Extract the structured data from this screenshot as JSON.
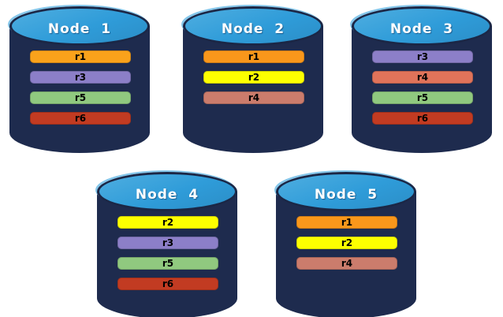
{
  "diagram": {
    "background_color": "#FFFFFF",
    "cylinder_body_color": "#1E2B4E",
    "cylinder_top_color": "#2F9CD9",
    "cylinder_outline_color": "#1B2746",
    "cylinder_highlight_color": "#84C6EA",
    "node_label_color": "#FFFFFF",
    "bar_text_color": "#000000"
  },
  "nodes": [
    {
      "label": "Node  1",
      "bars": [
        {
          "label": "r1",
          "color": "#FAA21B"
        },
        {
          "label": "r3",
          "color": "#8C7FC8"
        },
        {
          "label": "r5",
          "color": "#90C97F"
        },
        {
          "label": "r6",
          "color": "#C23B22"
        }
      ]
    },
    {
      "label": "Node  2",
      "bars": [
        {
          "label": "r1",
          "color": "#F9971B"
        },
        {
          "label": "r2",
          "color": "#FDFF00"
        },
        {
          "label": "r4",
          "color": "#CB7C6C"
        }
      ]
    },
    {
      "label": "Node  3",
      "bars": [
        {
          "label": "r3",
          "color": "#8C7FC8"
        },
        {
          "label": "r4",
          "color": "#E0735A"
        },
        {
          "label": "r5",
          "color": "#90C97F"
        },
        {
          "label": "r6",
          "color": "#C23B22"
        }
      ]
    },
    {
      "label": "Node  4",
      "bars": [
        {
          "label": "r2",
          "color": "#FDFF00"
        },
        {
          "label": "r3",
          "color": "#8C7FC8"
        },
        {
          "label": "r5",
          "color": "#90C97F"
        },
        {
          "label": "r6",
          "color": "#C23B22"
        }
      ]
    },
    {
      "label": "Node  5",
      "bars": [
        {
          "label": "r1",
          "color": "#F9971B"
        },
        {
          "label": "r2",
          "color": "#FDFF00"
        },
        {
          "label": "r4",
          "color": "#CB7C6C"
        }
      ]
    }
  ]
}
